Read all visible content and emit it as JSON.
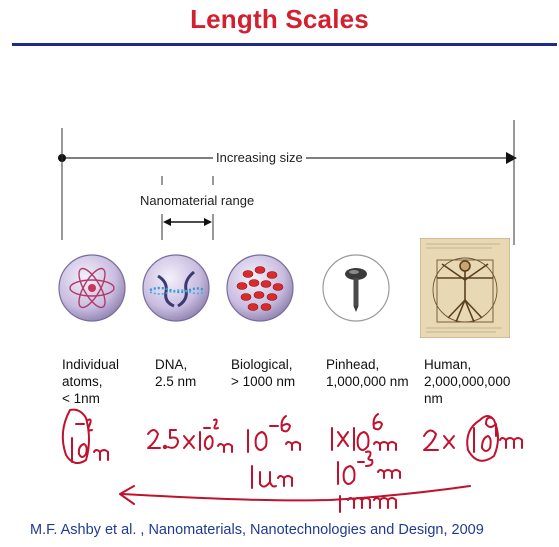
{
  "slide": {
    "title": "Length Scales",
    "increasing_size_label": "Increasing size",
    "nanomaterial_range_label": "Nanomaterial range",
    "citation": "M.F. Ashby et al. , Nanomaterials, Nanotechnologies and Design, 2009",
    "colors": {
      "title": "#d3202f",
      "rule": "#1f2a8c",
      "citation": "#1f3a93",
      "handwriting": "#c0122c"
    }
  },
  "items": [
    {
      "icon": "atom-icon",
      "caption": [
        "Individual",
        "atoms,",
        "< 1nm"
      ]
    },
    {
      "icon": "dna-icon",
      "caption": [
        "DNA,",
        "2.5 nm"
      ]
    },
    {
      "icon": "biological-cells-icon",
      "caption": [
        "Biological,",
        "> 1000 nm"
      ]
    },
    {
      "icon": "pinhead-icon",
      "caption": [
        "Pinhead,",
        "1,000,000 nm"
      ]
    },
    {
      "icon": "vitruvian-man-icon",
      "caption": [
        "Human,",
        "2,000,000,000",
        "nm"
      ]
    }
  ]
}
